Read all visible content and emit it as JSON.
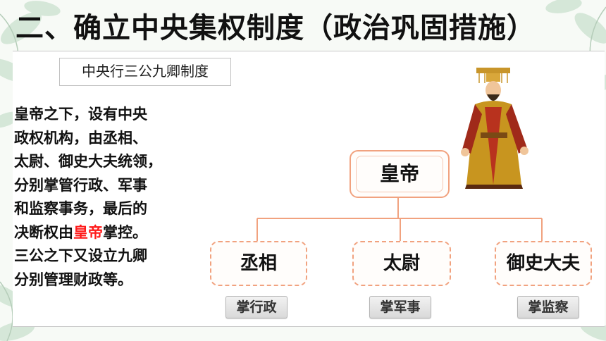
{
  "slide": {
    "title": "二、确立中央集权制度（政治巩固措施）",
    "subtitle": "中央行三公九卿制度",
    "paragraph": {
      "lines": [
        "皇帝之下，设有中央",
        "政权机构，由丞相、",
        "太尉、御史大夫统领，",
        "分别掌管行政、军事",
        "和监察事务，最后的"
      ],
      "line6_before": "决断权由",
      "line6_highlight": "皇帝",
      "line6_after": "掌控。",
      "line7": "三公之下又设立九卿",
      "line8": "分别管理财政等。"
    },
    "highlight_color": "#ff1a1a"
  },
  "org_chart": {
    "top": "皇帝",
    "ministers": [
      {
        "name": "丞相",
        "duty": "掌行政"
      },
      {
        "name": "太尉",
        "duty": "掌军事"
      },
      {
        "name": "御史大夫",
        "duty": "掌监察"
      }
    ],
    "border_color": "#f1a27f"
  }
}
